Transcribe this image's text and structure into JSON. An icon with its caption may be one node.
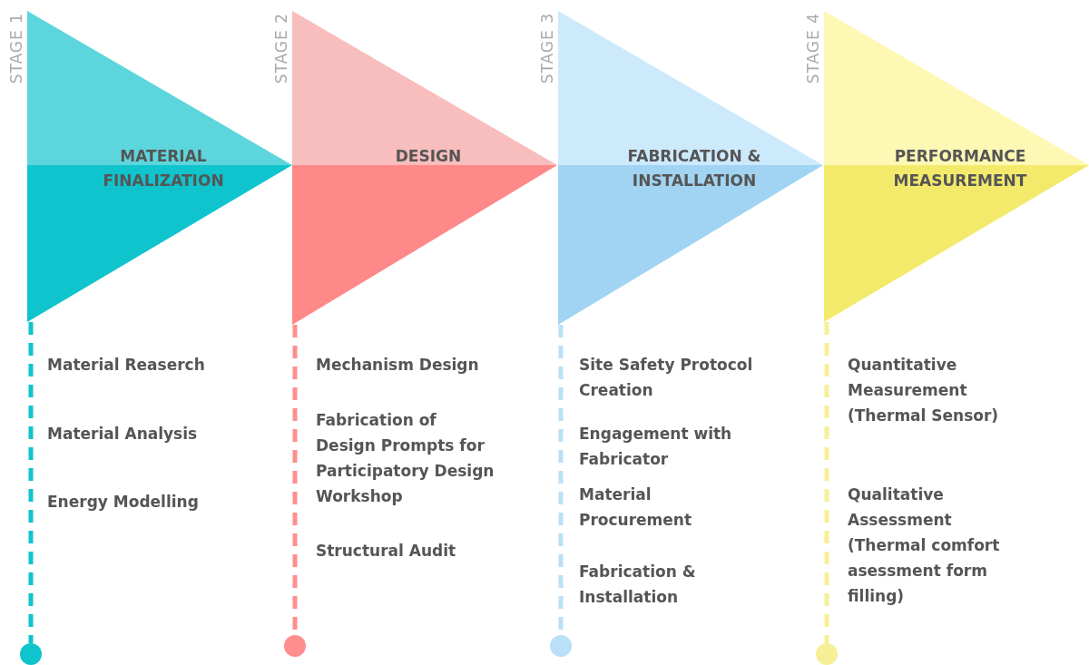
{
  "diagram": {
    "nodes": [
      {
        "text": [
          "MATERIAL FINALIZATION"
        ],
        "beside": [
          "STAGE 1"
        ]
      },
      {
        "text": [],
        "shape": "circle"
      },
      {
        "text": [
          "DESIGN"
        ],
        "beside": [
          "STAGE 2"
        ]
      },
      {
        "text": [],
        "shape": "circle"
      },
      {
        "text": [
          "FABRICATION & INSTALLATION"
        ],
        "beside": [
          "STAGE 3"
        ]
      },
      {
        "text": [],
        "shape": "circle"
      },
      {
        "text": [
          "PERFORMANCE MEASUREMENT"
        ],
        "beside": [
          "STAGE 4"
        ]
      },
      {
        "text": [],
        "shape": "circle"
      }
    ],
    "edges": [
      {
        "from": 0,
        "to": 1,
        "arrow": "none",
        "style": "dashed",
        "color": "#0fc4cc"
      },
      {
        "from": 2,
        "to": 3,
        "arrow": "none",
        "style": "dashed",
        "color": "#ff8e8e"
      },
      {
        "from": 4,
        "to": 5,
        "arrow": "none",
        "style": "dashed",
        "color": "#b9e0f7"
      },
      {
        "from": 6,
        "to": 7,
        "arrow": "none",
        "style": "dashed",
        "color": "#f7ef96"
      }
    ],
    "labels": [
      "Material Reaserch",
      "Material Analysis",
      "Energy Modelling",
      "Mechanism Design",
      "Fabrication of Design Prompts for Participatory Design Workshop",
      "Structural Audit",
      "Site Safety Protocol Creation",
      "Engagement with Fabricator",
      "Material Procurement",
      "Fabrication & Installation",
      "Quantitative Measurement (Thermal Sensor)",
      "Qualitative Assessment (Thermal comfort asessment form filling)"
    ]
  }
}
